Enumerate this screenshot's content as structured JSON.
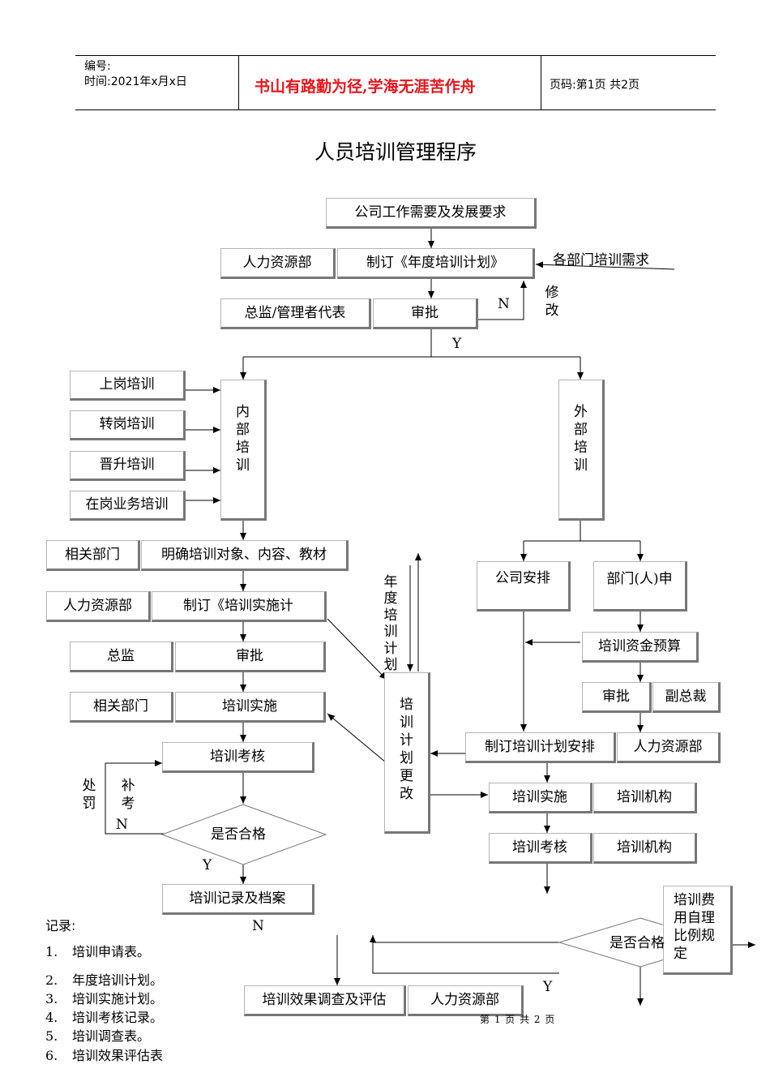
{
  "header": {
    "code_label": "编号:",
    "time_label": "时间:2021年x月x日",
    "motto": "书山有路勤为径,学海无涯苦作舟",
    "page_label": "页码:第1页 共2页"
  },
  "title": "人员培训管理程序",
  "flow": {
    "company_needs": "公司工作需要及发展要求",
    "hr1": "人力资源部",
    "annual_plan": "制订《年度培训计划》",
    "dept_needs": "各部门培训需求",
    "revise": "修改",
    "n1": "N",
    "director_rep": "总监/管理者代表",
    "approve1": "审批",
    "y1": "Y",
    "onboard": "上岗培训",
    "transfer": "转岗培训",
    "promotion": "晋升培训",
    "onjob": "在岗业务培训",
    "internal": "内部培训",
    "external": "外部培训",
    "related_dept1": "相关部门",
    "define_targets": "明确培训对象、内容、教材",
    "hr2": "人力资源部",
    "impl_plan": "制订《培训实施计",
    "director": "总监",
    "approve2": "审批",
    "related_dept2": "相关部门",
    "implement1": "培训实施",
    "assess1": "培训考核",
    "punish": "处罚",
    "retest": "补考",
    "n2": "N",
    "qualified1": "是否合格",
    "y2": "Y",
    "record_archive": "培训记录及档案",
    "annual_plan_vertical": "年度培训计划",
    "plan_change": "培训计划更改",
    "company_arrange": "公司安排",
    "dept_apply": "部门(人)申",
    "budget": "培训资金预算",
    "approve3": "审批",
    "vp": "副总裁",
    "ext_plan": "制订培训计划安排",
    "hr3": "人力资源部",
    "implement2": "培训实施",
    "institution1": "培训机构",
    "assess2": "培训考核",
    "institution2": "培训机构",
    "cost_rule": "培训费用自理比例规定",
    "qualified2": "是否合格",
    "n3": "N",
    "y3": "Y",
    "effect_survey": "培训效果调查及评估",
    "hr4": "人力资源部"
  },
  "records": {
    "title": "记录:",
    "items": [
      {
        "num": "1.",
        "text": "培训申请表。"
      },
      {
        "num": "2.",
        "text": "年度培训计划。"
      },
      {
        "num": "3.",
        "text": "培训实施计划。"
      },
      {
        "num": "4.",
        "text": "培训考核记录。"
      },
      {
        "num": "5.",
        "text": "培训调查表。"
      },
      {
        "num": "6.",
        "text": "培训效果评估表"
      }
    ]
  },
  "footer": {
    "page": "第 1 页 共 2 页"
  }
}
